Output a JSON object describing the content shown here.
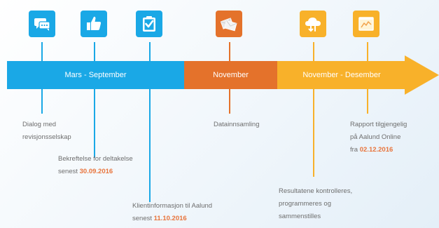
{
  "colors": {
    "blue": "#1aa8e6",
    "orange_dark": "#e4722b",
    "orange": "#f8b12a",
    "highlight": "#e8743c"
  },
  "icons": [
    {
      "name": "chat-bubbles-icon",
      "color": "#1aa8e6"
    },
    {
      "name": "thumbs-up-icon",
      "color": "#1aa8e6"
    },
    {
      "name": "clipboard-check-icon",
      "color": "#1aa8e6"
    },
    {
      "name": "envelopes-icon",
      "color": "#e4722b"
    },
    {
      "name": "cloud-upload-download-icon",
      "color": "#f8b12a"
    },
    {
      "name": "report-chart-icon",
      "color": "#f8b12a"
    }
  ],
  "timeline": {
    "segments": [
      {
        "label": "Mars - September"
      },
      {
        "label": "November"
      },
      {
        "label": "November - Desember"
      }
    ]
  },
  "milestones": [
    {
      "line1": "Dialog med",
      "line2": "revisjonsselskap"
    },
    {
      "line1": "Bekreftelse for deltakelse",
      "line2_prefix": "senest ",
      "line2_date": "30.09.2016"
    },
    {
      "line1": "Klientinformasjon til Aalund",
      "line2_prefix": "senest ",
      "line2_date": "11.10.2016"
    },
    {
      "line1": "Datainnsamling"
    },
    {
      "line1": "Resultatene kontrolleres,",
      "line2": "programmeres og",
      "line3": "sammenstilles"
    },
    {
      "line1": "Rapport tilgjengelig",
      "line2": "på Aalund Online",
      "line3_prefix": "fra ",
      "line3_date": "02.12.2016"
    }
  ]
}
